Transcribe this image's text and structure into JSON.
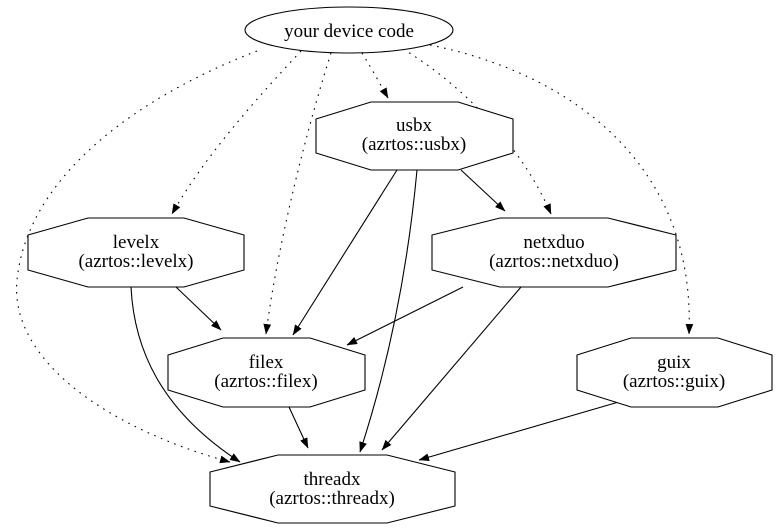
{
  "graph": {
    "background_color": "#ffffff",
    "line_color": "#000000",
    "node_fill_color": "#ffffff",
    "nodes": [
      {
        "id": "device",
        "shape": "ellipse",
        "label": "your device code",
        "sublabel": ""
      },
      {
        "id": "usbx",
        "shape": "octagon",
        "label": "usbx",
        "sublabel": "(azrtos::usbx)"
      },
      {
        "id": "levelx",
        "shape": "octagon",
        "label": "levelx",
        "sublabel": "(azrtos::levelx)"
      },
      {
        "id": "netxduo",
        "shape": "octagon",
        "label": "netxduo",
        "sublabel": "(azrtos::netxduo)"
      },
      {
        "id": "filex",
        "shape": "octagon",
        "label": "filex",
        "sublabel": "(azrtos::filex)"
      },
      {
        "id": "guix",
        "shape": "octagon",
        "label": "guix",
        "sublabel": "(azrtos::guix)"
      },
      {
        "id": "threadx",
        "shape": "octagon",
        "label": "threadx",
        "sublabel": "(azrtos::threadx)"
      }
    ],
    "edges": [
      {
        "from": "device",
        "to": "usbx",
        "style": "dotted"
      },
      {
        "from": "device",
        "to": "levelx",
        "style": "dotted"
      },
      {
        "from": "device",
        "to": "filex",
        "style": "dotted"
      },
      {
        "from": "device",
        "to": "netxduo",
        "style": "dotted"
      },
      {
        "from": "device",
        "to": "guix",
        "style": "dotted"
      },
      {
        "from": "device",
        "to": "threadx",
        "style": "dotted"
      },
      {
        "from": "usbx",
        "to": "netxduo",
        "style": "solid"
      },
      {
        "from": "usbx",
        "to": "filex",
        "style": "solid"
      },
      {
        "from": "usbx",
        "to": "threadx",
        "style": "solid"
      },
      {
        "from": "levelx",
        "to": "filex",
        "style": "solid"
      },
      {
        "from": "levelx",
        "to": "threadx",
        "style": "solid"
      },
      {
        "from": "netxduo",
        "to": "filex",
        "style": "solid"
      },
      {
        "from": "netxduo",
        "to": "threadx",
        "style": "solid"
      },
      {
        "from": "filex",
        "to": "threadx",
        "style": "solid"
      },
      {
        "from": "guix",
        "to": "threadx",
        "style": "solid"
      }
    ]
  }
}
